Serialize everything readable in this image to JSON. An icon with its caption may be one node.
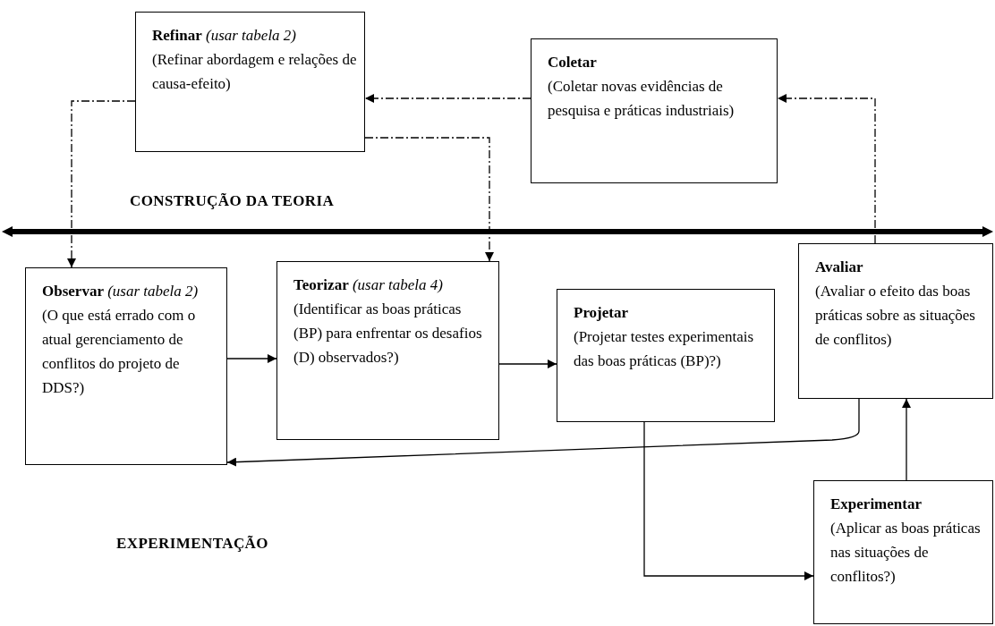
{
  "diagram": {
    "nodes": [
      {
        "text": [
          "**Refinar** *(usar tabela 2)*",
          "(Refinar abordagem e relações de causa-efeito)"
        ]
      },
      {
        "text": [
          "**Coletar**",
          "(Coletar novas evidências de pesquisa e práticas industriais)"
        ]
      },
      {
        "text": [
          "**Observar** *(usar tabela 2)*",
          "(O que está errado com o atual gerenciamento de conflitos do projeto de DDS?)"
        ]
      },
      {
        "text": [
          "**Teorizar** *(usar tabela 4)*",
          "(Identificar as boas práticas (BP) para enfrentar os desafios (D) observados?)"
        ]
      },
      {
        "text": [
          "**Projetar**",
          "(Projetar testes experimentais das boas práticas (BP)?)"
        ]
      },
      {
        "text": [
          "**Avaliar**",
          "(Avaliar o efeito das boas práticas sobre as situações de conflitos)"
        ]
      },
      {
        "text": [
          "**Experimentar**",
          "(Aplicar as boas práticas nas situações de conflitos?)"
        ]
      }
    ],
    "edges": [
      {
        "from": 1,
        "to": 0,
        "arrow": "to",
        "style": "dashed"
      },
      {
        "from": 5,
        "to": 1,
        "arrow": "to",
        "style": "dashed"
      },
      {
        "from": 0,
        "to": 2,
        "arrow": "to",
        "style": "dashed"
      },
      {
        "from": 0,
        "to": 3,
        "arrow": "to",
        "style": "dashed"
      },
      {
        "from": 2,
        "to": 3,
        "arrow": "to"
      },
      {
        "from": 3,
        "to": 4,
        "arrow": "to"
      },
      {
        "from": 4,
        "to": 6,
        "arrow": "to"
      },
      {
        "from": 6,
        "to": 5,
        "arrow": "to"
      },
      {
        "from": 5,
        "to": 2,
        "arrow": "to"
      }
    ],
    "labels": [
      "CONSTRUÇÃO DA TEORIA",
      "EXPERIMENTAÇÃO"
    ]
  }
}
